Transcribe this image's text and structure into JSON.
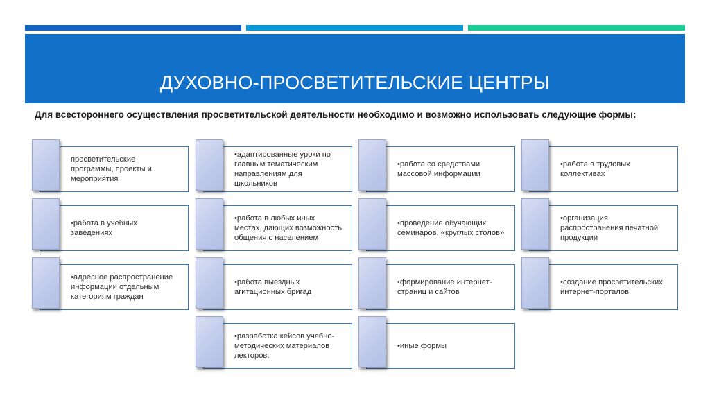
{
  "colors": {
    "bar_1": "#1565c0",
    "bar_2": "#0b98d6",
    "bar_3": "#1dcc94",
    "banner": "#1270c8"
  },
  "header": {
    "title": "ДУХОВНО-ПРОСВЕТИТЕЛЬСКИЕ ЦЕНТРЫ"
  },
  "intro": "Для всестороннего осуществления просветительской деятельности необходимо и возможно использовать следующие формы:",
  "cards": [
    {
      "text": "просветительские\nпрограммы, проекты и\nмероприятия"
    },
    {
      "text": "•работа в учебных\nзаведениях"
    },
    {
      "text": "•адресное распространение\nинформации отдельным\nкатегориям граждан"
    },
    {
      "text": "•адаптированные уроки по\nглавным тематическим\nнаправлениям для\nшкольников"
    },
    {
      "text": "•работа в любых иных\nместах, дающих возможность\nобщения с населением"
    },
    {
      "text": "•работа выездных\nагитационных бригад"
    },
    {
      "text": "•разработка кейсов учебно-\nметодических материалов\nлекторов;"
    },
    {
      "text": "•работа со средствами\nмассовой информации"
    },
    {
      "text": "•проведение обучающих\nсеминаров, «круглых столов»"
    },
    {
      "text": "•формирование интернет-\nстраниц и сайтов"
    },
    {
      "text": "•иные формы"
    },
    {
      "text": "•работа в трудовых\nколлективах"
    },
    {
      "text": "•организация\nраспространения печатной\nпродукции"
    },
    {
      "text": "•создание просветительских\nинтернет-порталов"
    }
  ]
}
